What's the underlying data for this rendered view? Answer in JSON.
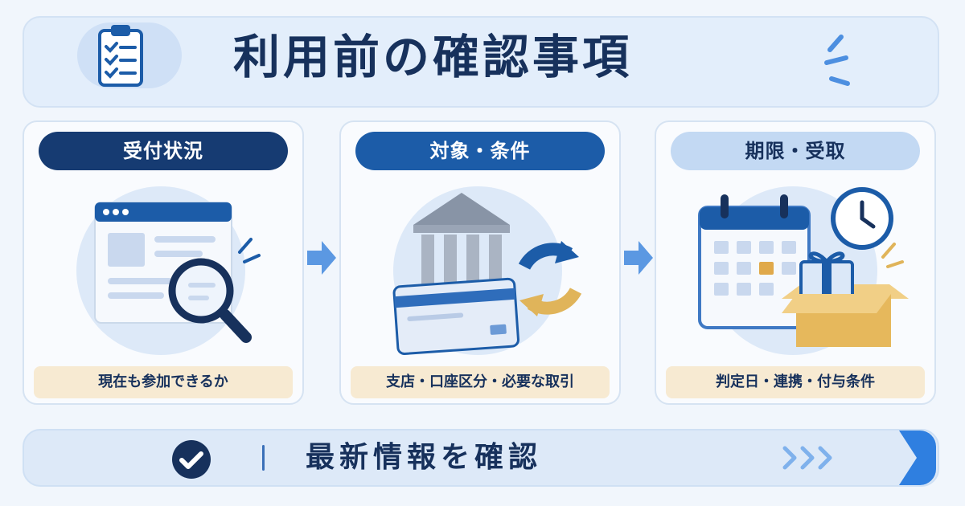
{
  "title": {
    "text": "利用前の確認事項"
  },
  "cards": [
    {
      "header": "受付状況",
      "footer": "現在も参加できるか"
    },
    {
      "header": "対象・条件",
      "footer": "支店・口座区分・必要な取引"
    },
    {
      "header": "期限・受取",
      "footer": "判定日・連携・付与条件"
    }
  ],
  "bottom": {
    "text": "最新情報を確認"
  },
  "icons": {
    "title": "clipboard-checklist-icon",
    "card1": "browser-magnifier-icon",
    "card2": "bank-card-exchange-icon",
    "card3": "calendar-clock-gift-icon",
    "bottom": "check-circle-icon"
  },
  "colors": {
    "navy": "#17315c",
    "primary_blue": "#1c5ca8",
    "light_blue": "#c3d9f3",
    "accent_gold": "#e0b45a",
    "footer_beige": "#f7ead2"
  }
}
